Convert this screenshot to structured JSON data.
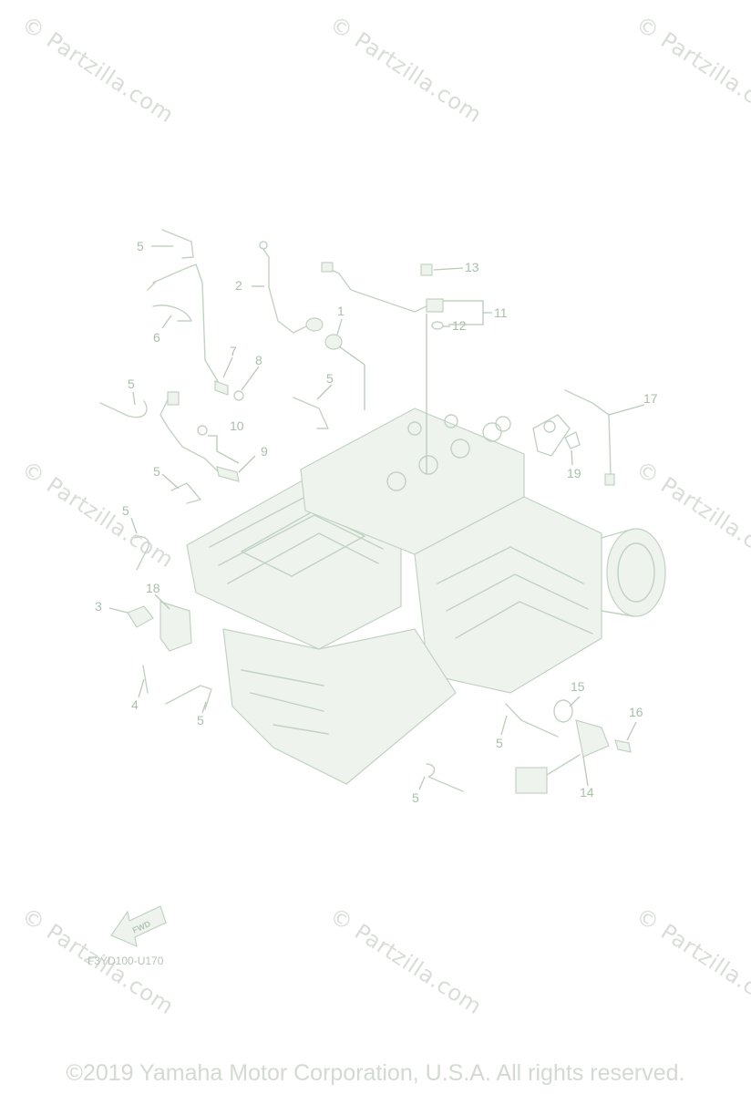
{
  "watermark": {
    "text": "© Partzilla.com"
  },
  "diagram": {
    "code": "F3YD100-U170",
    "fwd_label": "FWD",
    "callouts": [
      "1",
      "2",
      "3",
      "4",
      "5",
      "6",
      "7",
      "8",
      "9",
      "10",
      "11",
      "12",
      "13",
      "14",
      "15",
      "16",
      "17",
      "18",
      "19"
    ]
  },
  "footer": {
    "copyright": "©2019 Yamaha Motor Corporation, U.S.A. All rights reserved."
  },
  "colors": {
    "line": "#b8cab8",
    "label": "#a9bfa9",
    "watermark": "#d9ddd8"
  }
}
